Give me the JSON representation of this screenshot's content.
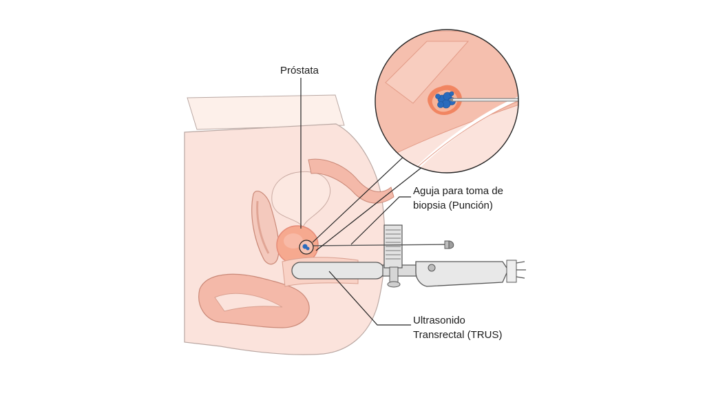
{
  "labels": {
    "prostate": "Próstata",
    "needle_line1": "Aguja para toma de",
    "needle_line2": "biopsia (Punción)",
    "probe_line1": "Ultrasonido",
    "probe_line2": "Transrectal (TRUS)"
  },
  "colors": {
    "skin": "#fbe3dc",
    "skin_stroke": "#b9a7a2",
    "tissue": "#f4b9a9",
    "tissue_dark": "#e58b78",
    "prostate": "#f6a98f",
    "tumor": "#2a6bbd",
    "tumor_halo": "#f07a54",
    "probe": "#e6e6e6",
    "probe_stroke": "#555555",
    "leader": "#222222"
  }
}
